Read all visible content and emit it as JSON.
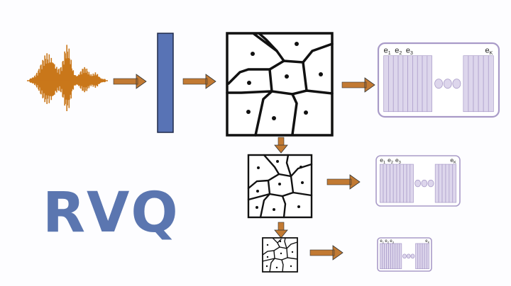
{
  "title": "RVQ",
  "colors": {
    "waveform": "#c9771a",
    "arrow": "#c27a33",
    "encoder_bar": "#5873b5",
    "codebook_fill": "#ddd6ec",
    "codebook_border": "#a99bc8",
    "rvq_text": "#5b76b0"
  },
  "codebooks": [
    {
      "stage": 1,
      "labels": [
        "e",
        "e",
        "e"
      ],
      "subscripts": [
        "1",
        "2",
        "3"
      ],
      "last_label": "e",
      "last_subscript": "K",
      "ellipsis_dots": 3
    },
    {
      "stage": 2,
      "labels": [
        "e",
        "e",
        "e"
      ],
      "subscripts": [
        "1",
        "2",
        "3"
      ],
      "last_label": "e",
      "last_subscript": "K",
      "ellipsis_dots": 3
    },
    {
      "stage": 3,
      "labels": [
        "e",
        "e",
        "e"
      ],
      "subscripts": [
        "1",
        "2",
        "3"
      ],
      "last_label": "e",
      "last_subscript": "K",
      "ellipsis_dots": 3
    }
  ],
  "icons": [
    "audio-waveform-icon",
    "encoder-bar-icon",
    "voronoi-quantizer-icon",
    "codebook-icon",
    "arrow-right-icon",
    "arrow-down-icon"
  ]
}
